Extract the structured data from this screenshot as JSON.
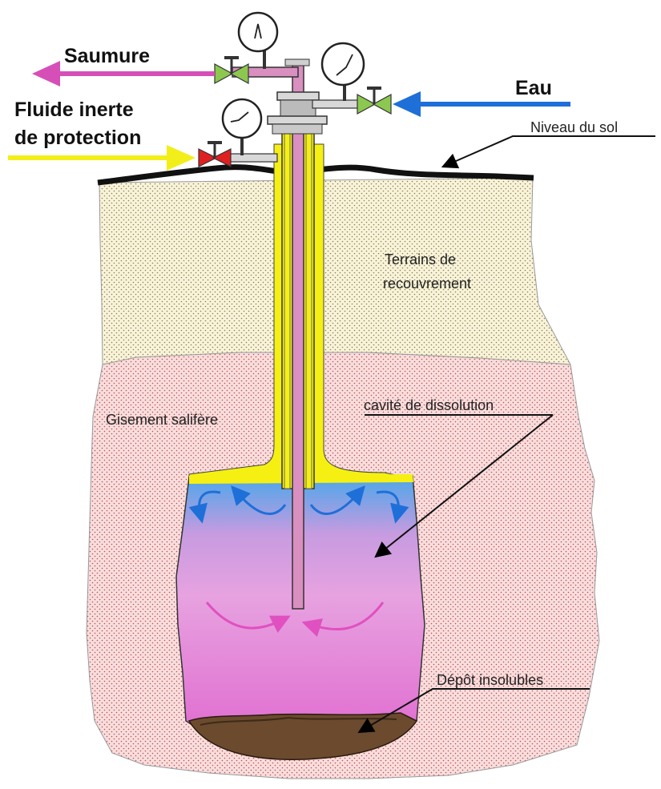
{
  "labels": {
    "saumure": "Saumure",
    "eau": "Eau",
    "fluide_line1": "Fluide inerte",
    "fluide_line2": "de protection",
    "niveau_du_sol": "Niveau du sol",
    "terrains_line1": "Terrains de",
    "terrains_line2": "recouvrement",
    "gisement": "Gisement salifère",
    "cavite": "cavité de dissolution",
    "depot": "Dépôt insolubles"
  },
  "colors": {
    "brine_arrow": "#d64fb8",
    "water_arrow": "#1f6fd8",
    "inert_arrow": "#f2ee1a",
    "overburden_fill": "#f8f3d9",
    "salt_fill": "#f7dede",
    "cavity_top": "#5aa8e8",
    "cavity_bottom": "#e27fd4",
    "inert_fluid": "#f5f012",
    "tubing": "#d98fc0",
    "valve_green": "#8cc850",
    "valve_red": "#e02020",
    "sediment": "#6b4a2e"
  },
  "icons": [
    "pressure-gauge-icon",
    "gate-valve-icon",
    "flow-arrow-icon"
  ]
}
